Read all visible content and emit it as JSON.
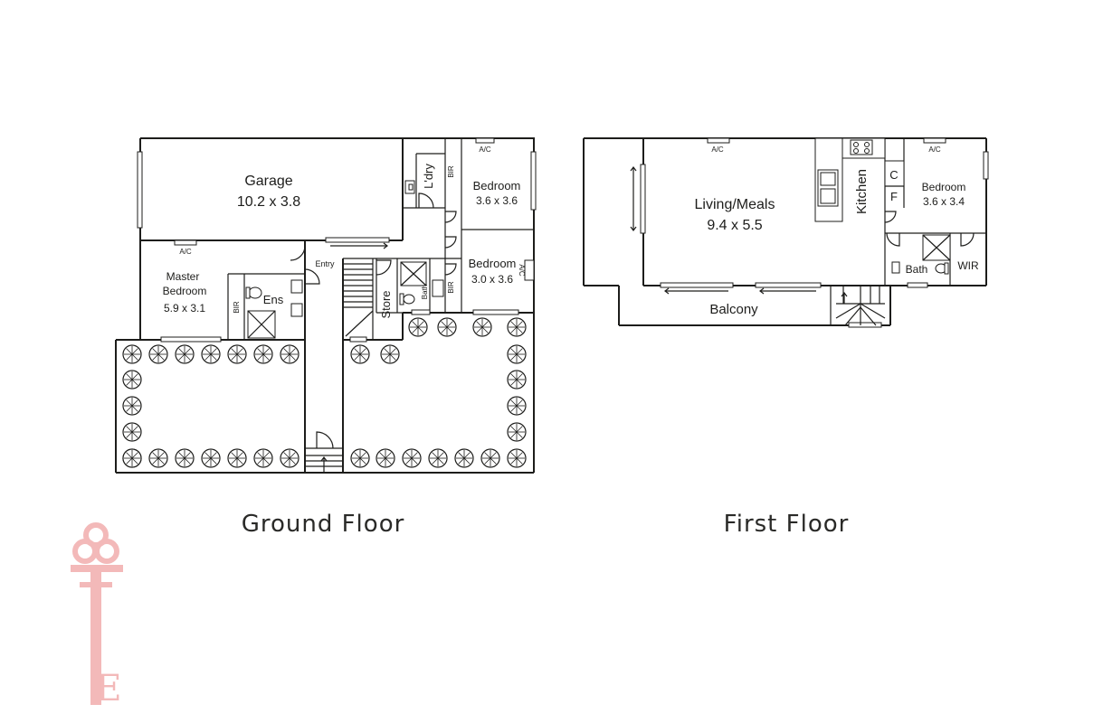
{
  "ground_floor": {
    "title": "Ground Floor",
    "rooms": {
      "garage_name": "Garage",
      "garage_size": "10.2 x 3.8",
      "laundry": "L'dry",
      "bir": "BIR",
      "bedroom_a_name": "Bedroom",
      "bedroom_a_size": "3.6 x 3.6",
      "bedroom_b_name": "Bedroom",
      "bedroom_b_size": "3.0 x 3.6",
      "master_line1": "Master",
      "master_line2": "Bedroom",
      "master_size": "5.9 x 3.1",
      "ensuite": "Ens",
      "entry": "Entry",
      "store": "Store",
      "bath": "Bath",
      "ac": "A/C"
    }
  },
  "first_floor": {
    "title": "First Floor",
    "rooms": {
      "living_name": "Living/Meals",
      "living_size": "9.4 x 5.5",
      "kitchen": "Kitchen",
      "cupboard_c": "C",
      "fridge_f": "F",
      "bedroom_name": "Bedroom",
      "bedroom_size": "3.6 x 3.4",
      "bath": "Bath",
      "wir": "WIR",
      "balcony": "Balcony",
      "ac": "A/C"
    }
  },
  "logo": {
    "icon": "key-logo-icon",
    "letter": "E",
    "color": "#f3b9b9"
  },
  "colors": {
    "line": "#1d1d1b",
    "background": "#ffffff"
  }
}
